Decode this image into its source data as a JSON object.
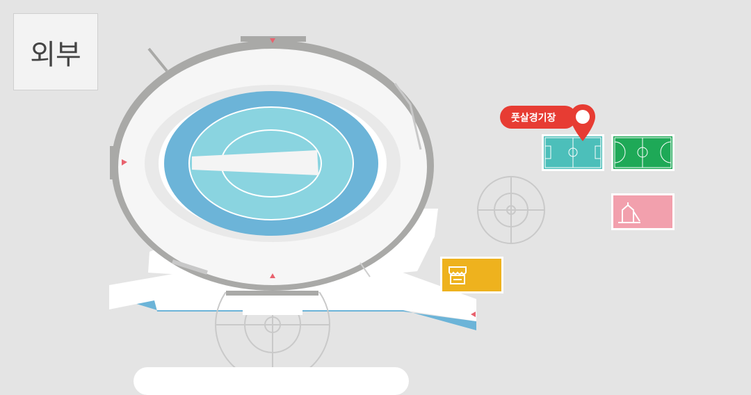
{
  "section": {
    "label": "외부"
  },
  "selected_facility": {
    "label": "풋살경기장"
  },
  "facilities": [
    {
      "name": "futsal-court",
      "color": "#4cbfba"
    },
    {
      "name": "basketball-court",
      "color": "#1ea957"
    },
    {
      "name": "playground",
      "color": "#f2a0ad"
    },
    {
      "name": "store",
      "color": "#eeb21e"
    }
  ],
  "colors": {
    "background": "#e4e4e4",
    "stadium": "#f6f6f6",
    "track": "#6cb4d8",
    "field": "#8ad4e0",
    "marker": "#e73c33",
    "entrance_arrow": "#e8626e"
  },
  "icons": [
    "location-pin-icon",
    "store-icon",
    "playground-slide-icon",
    "entrance-arrow-icon"
  ]
}
